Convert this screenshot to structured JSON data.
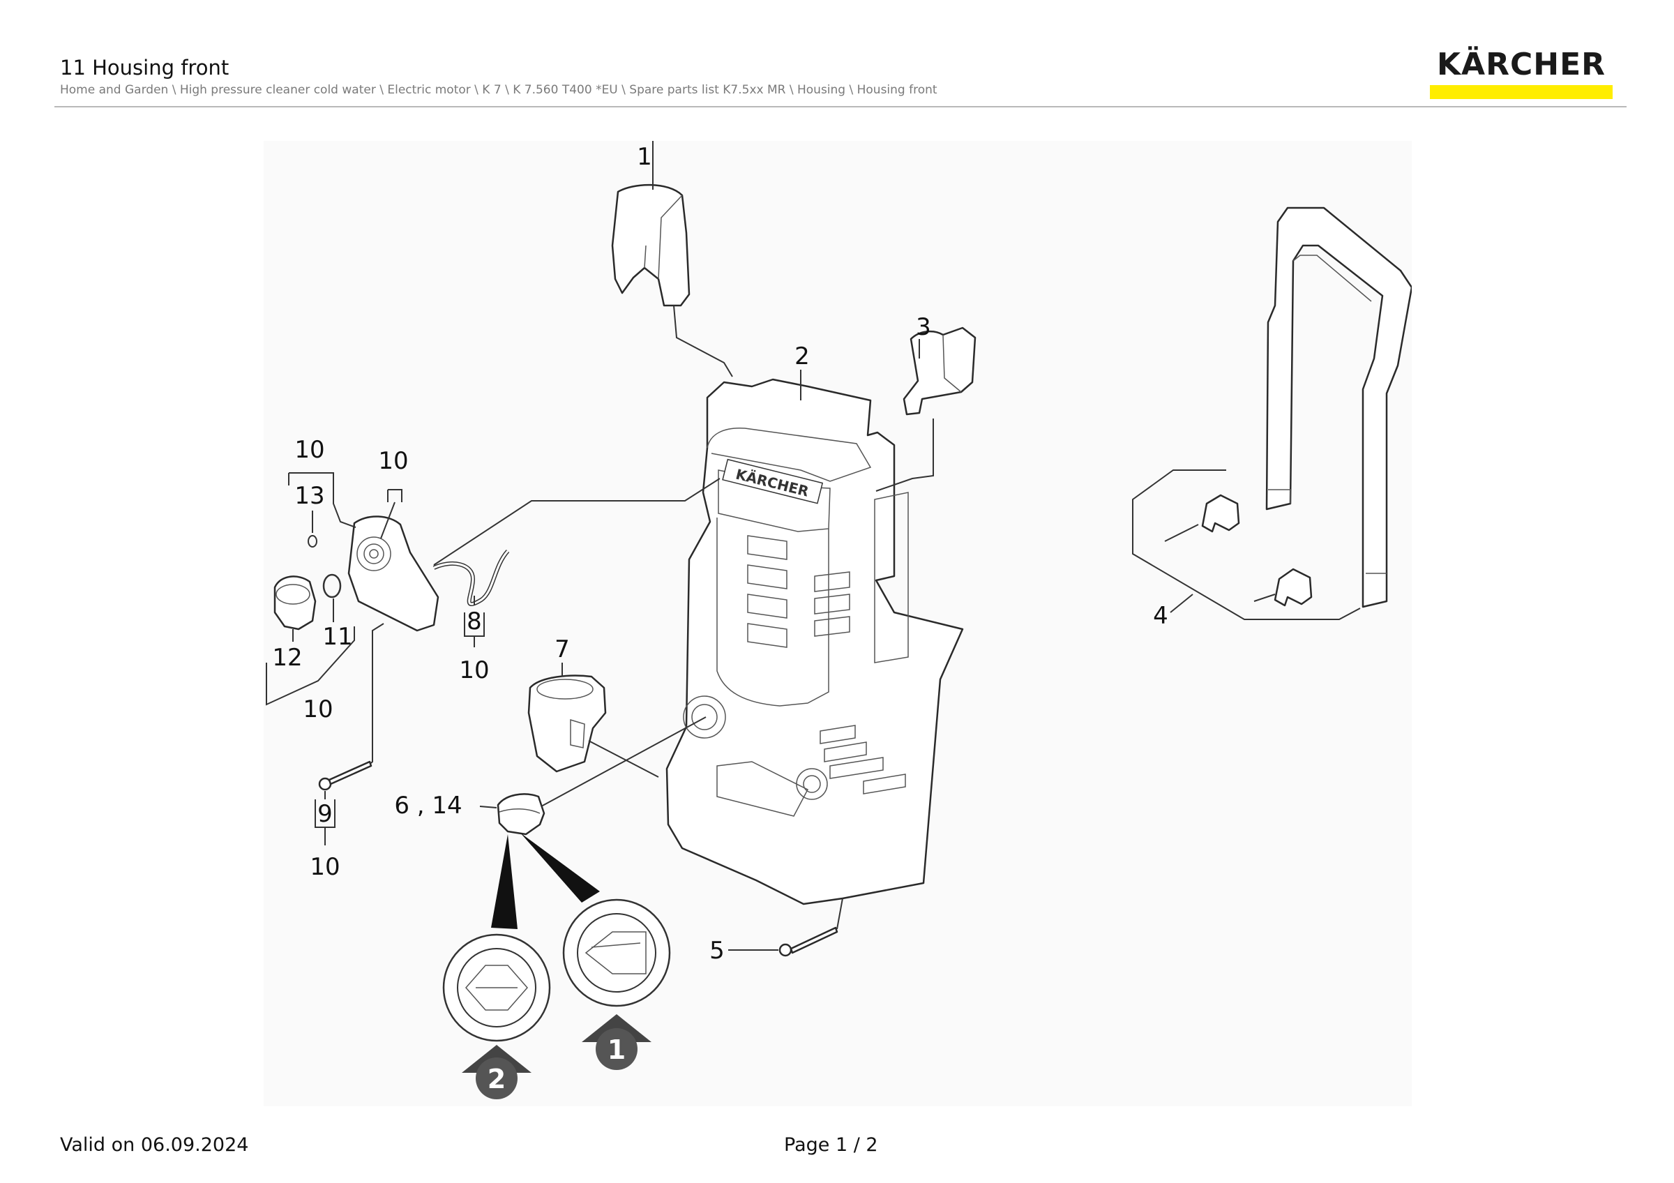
{
  "header": {
    "title": "11 Housing front",
    "breadcrumb": "Home and Garden \\ High pressure cleaner cold water \\ Electric motor \\ K 7 \\ K 7.560 T400 *EU \\ Spare parts list K7.5xx MR \\ Housing \\ Housing front"
  },
  "brand": {
    "logo_text": "KÄRCHER",
    "bar_color": "#ffed00",
    "housing_label": "KÄRCHER"
  },
  "diagram": {
    "callouts": {
      "c1": "1",
      "c2": "2",
      "c3": "3",
      "c4": "4",
      "c5": "5",
      "c6_14": "6 , 14",
      "c7": "7",
      "c8": "8",
      "c9": "9",
      "c10_a": "10",
      "c10_b": "10",
      "c10_c": "10",
      "c10_d": "10",
      "c10_e": "10",
      "c11": "11",
      "c12": "12",
      "c13": "13"
    },
    "variants": {
      "v1": "1",
      "v2": "2"
    }
  },
  "footer": {
    "valid": "Valid on 06.09.2024",
    "page": "Page 1 / 2"
  }
}
